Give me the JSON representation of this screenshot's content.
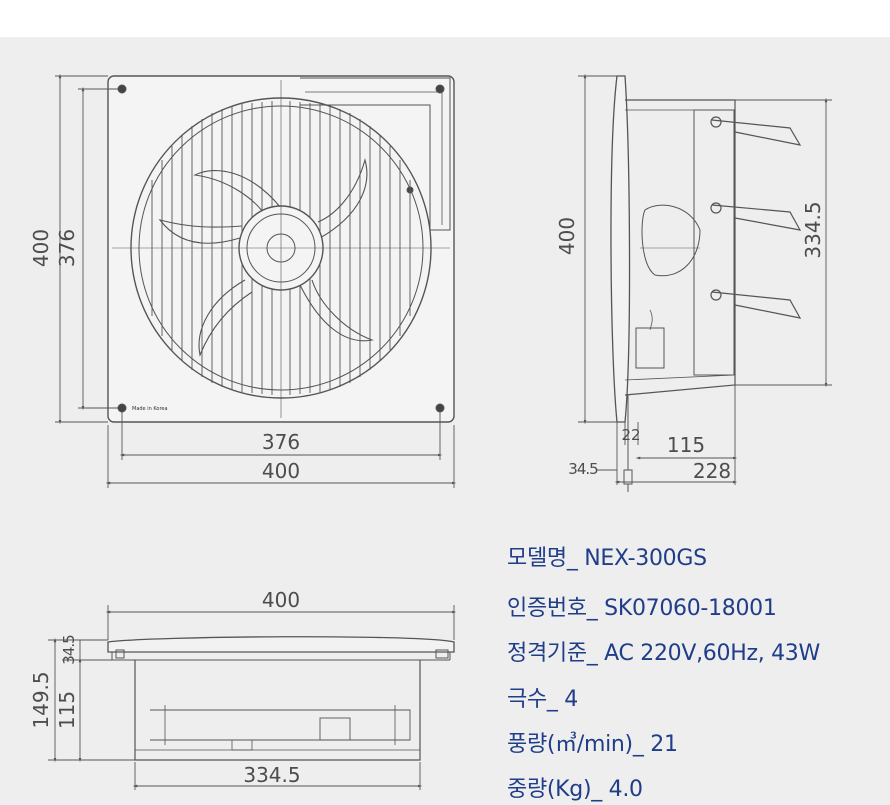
{
  "front_view": {
    "dims": {
      "height_outer": "400",
      "height_inner": "376",
      "width_inner": "376",
      "width_outer": "400"
    },
    "badge": "Made in Korea"
  },
  "side_view": {
    "dims": {
      "height": "400",
      "depth_mount": "334.5",
      "flange": "22",
      "depth_body": "115",
      "offset": "34.5",
      "depth_total": "228"
    }
  },
  "bottom_view": {
    "dims": {
      "width": "400",
      "offset": "34.5",
      "height_total": "149.5",
      "height_body": "115",
      "width_body": "334.5"
    }
  },
  "specs": [
    {
      "label": "모델명_ ",
      "value": "NEX-300GS"
    },
    {
      "label": "인증번호_ ",
      "value": "SK07060-18001"
    },
    {
      "label": "정격기준_ ",
      "value": "AC 220V,60Hz, 43W"
    },
    {
      "label": "극수_ ",
      "value": "4"
    },
    {
      "label": "풍량(㎥/min)_ ",
      "value": "21"
    },
    {
      "label": "중량(Kg)_ ",
      "value": "4.0"
    }
  ],
  "colors": {
    "background": "#eeeeee",
    "line": "#555555",
    "spec_text": "#1f3d88",
    "dim_text": "#4d4d4d"
  }
}
